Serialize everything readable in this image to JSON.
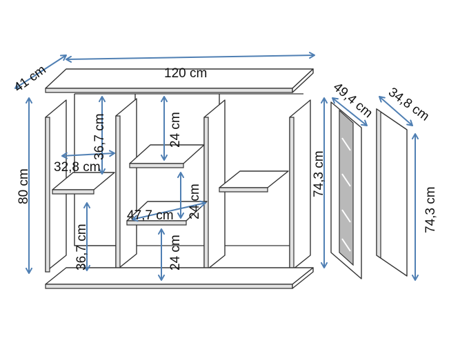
{
  "colors": {
    "arrow": "#4f7fb3",
    "outline": "#333333",
    "text": "#111111"
  },
  "dimensions": {
    "top_depth": "41 cm",
    "top_width": "120 cm",
    "total_height": "80 cm",
    "shelf_height_upper_left": "36,7 cm",
    "shelf_width_left": "32,8 cm",
    "shelf_height_lower_left": "36,7 cm",
    "shelf_spacing_top": "24 cm",
    "shelf_spacing_middle": "24 cm",
    "shelf_spacing_bottom": "24 cm",
    "shelf_width_middle": "47,7 cm",
    "inner_height": "74,3 cm",
    "door_width_left": "49,4 cm",
    "door_width_right": "34,8 cm",
    "door_height_right": "74,3 cm"
  }
}
